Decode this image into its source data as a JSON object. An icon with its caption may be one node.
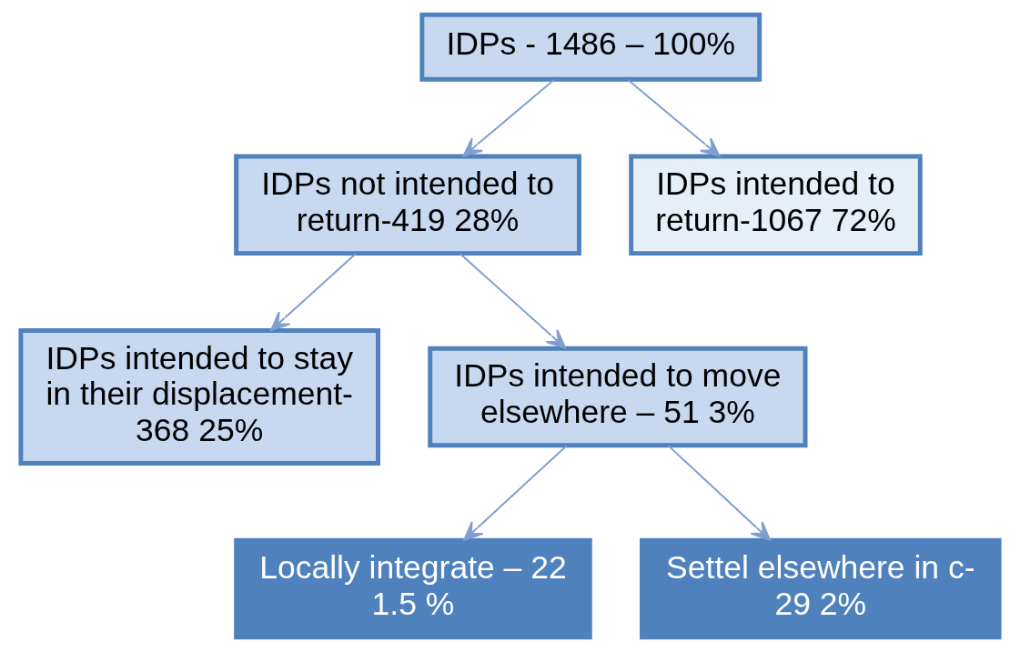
{
  "diagram": {
    "nodes": [
      {
        "text": [
          "IDPs - 1486 – 100%"
        ]
      },
      {
        "text": [
          "IDPs not intended to return-419 28%"
        ]
      },
      {
        "text": [
          "IDPs intended to return-1067 72%"
        ]
      },
      {
        "text": [
          "IDPs intended to stay in their displacement- 368 25%"
        ]
      },
      {
        "text": [
          "IDPs intended to move elsewhere – 51 3%"
        ]
      },
      {
        "text": [
          "Locally integrate – 22 1.5 %"
        ]
      },
      {
        "text": [
          "Settel elsewhere in c- 29 2%"
        ]
      }
    ],
    "edges": [
      {
        "from": 0,
        "to": 1,
        "arrow": "to"
      },
      {
        "from": 0,
        "to": 2,
        "arrow": "to"
      },
      {
        "from": 1,
        "to": 3,
        "arrow": "to"
      },
      {
        "from": 1,
        "to": 4,
        "arrow": "to"
      },
      {
        "from": 4,
        "to": 5,
        "arrow": "to"
      },
      {
        "from": 4,
        "to": 6,
        "arrow": "to"
      }
    ]
  }
}
